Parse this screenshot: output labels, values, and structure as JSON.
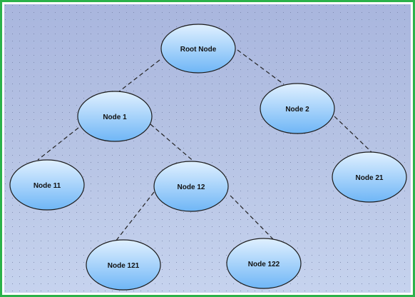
{
  "diagram": {
    "nodes": [
      {
        "id": "root",
        "label": "Root Node"
      },
      {
        "id": "n1",
        "label": "Node 1"
      },
      {
        "id": "n2",
        "label": "Node 2"
      },
      {
        "id": "n11",
        "label": "Node 11"
      },
      {
        "id": "n12",
        "label": "Node 12"
      },
      {
        "id": "n21",
        "label": "Node 21"
      },
      {
        "id": "n121",
        "label": "Node 121"
      },
      {
        "id": "n122",
        "label": "Node 122"
      }
    ],
    "edges": [
      {
        "from": "root",
        "to": "n1"
      },
      {
        "from": "root",
        "to": "n2"
      },
      {
        "from": "n1",
        "to": "n11"
      },
      {
        "from": "n1",
        "to": "n12"
      },
      {
        "from": "n2",
        "to": "n21"
      },
      {
        "from": "n12",
        "to": "n121"
      },
      {
        "from": "n12",
        "to": "n122"
      }
    ],
    "colors": {
      "node_fill_top": "#e0f0ff",
      "node_fill_bottom": "#6fb6f6",
      "node_stroke": "#1c1c1c",
      "edge": "#222222",
      "grid_dot": "#6f7aa0"
    }
  }
}
